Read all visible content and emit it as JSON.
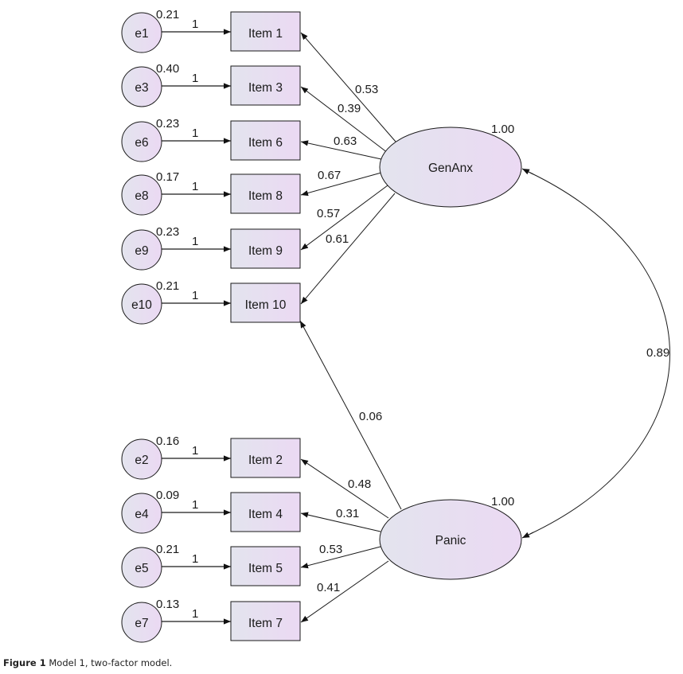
{
  "figure": {
    "caption_label": "Figure 1",
    "caption_text": "Model 1, two-factor model."
  },
  "colors": {
    "node_gradient_start": "#e3e4ee",
    "node_gradient_end": "#ebd9f3",
    "stroke": "#1a1a1a"
  },
  "factors": [
    {
      "id": "GenAnx",
      "label": "GenAnx",
      "variance": "1.00"
    },
    {
      "id": "Panic",
      "label": "Panic",
      "variance": "1.00"
    }
  ],
  "items": [
    {
      "id": "item1",
      "label": "Item 1",
      "error": "e1",
      "error_variance": "0.21",
      "error_path": "1"
    },
    {
      "id": "item3",
      "label": "Item 3",
      "error": "e3",
      "error_variance": "0.40",
      "error_path": "1"
    },
    {
      "id": "item6",
      "label": "Item 6",
      "error": "e6",
      "error_variance": "0.23",
      "error_path": "1"
    },
    {
      "id": "item8",
      "label": "Item 8",
      "error": "e8",
      "error_variance": "0.17",
      "error_path": "1"
    },
    {
      "id": "item9",
      "label": "Item 9",
      "error": "e9",
      "error_variance": "0.23",
      "error_path": "1"
    },
    {
      "id": "item10",
      "label": "Item 10",
      "error": "e10",
      "error_variance": "0.21",
      "error_path": "1"
    },
    {
      "id": "item2",
      "label": "Item 2",
      "error": "e2",
      "error_variance": "0.16",
      "error_path": "1"
    },
    {
      "id": "item4",
      "label": "Item 4",
      "error": "e4",
      "error_variance": "0.09",
      "error_path": "1"
    },
    {
      "id": "item5",
      "label": "Item 5",
      "error": "e5",
      "error_variance": "0.21",
      "error_path": "1"
    },
    {
      "id": "item7",
      "label": "Item 7",
      "error": "e7",
      "error_variance": "0.13",
      "error_path": "1"
    }
  ],
  "loadings": [
    {
      "factor": "GenAnx",
      "item": "item1",
      "value": "0.53"
    },
    {
      "factor": "GenAnx",
      "item": "item3",
      "value": "0.39"
    },
    {
      "factor": "GenAnx",
      "item": "item6",
      "value": "0.63"
    },
    {
      "factor": "GenAnx",
      "item": "item8",
      "value": "0.67"
    },
    {
      "factor": "GenAnx",
      "item": "item9",
      "value": "0.57"
    },
    {
      "factor": "GenAnx",
      "item": "item10",
      "value": "0.61"
    },
    {
      "factor": "Panic",
      "item": "item10",
      "value": "0.06"
    },
    {
      "factor": "Panic",
      "item": "item2",
      "value": "0.48"
    },
    {
      "factor": "Panic",
      "item": "item4",
      "value": "0.31"
    },
    {
      "factor": "Panic",
      "item": "item5",
      "value": "0.53"
    },
    {
      "factor": "Panic",
      "item": "item7",
      "value": "0.41"
    }
  ],
  "covariances": [
    {
      "from": "GenAnx",
      "to": "Panic",
      "value": "0.89"
    }
  ]
}
